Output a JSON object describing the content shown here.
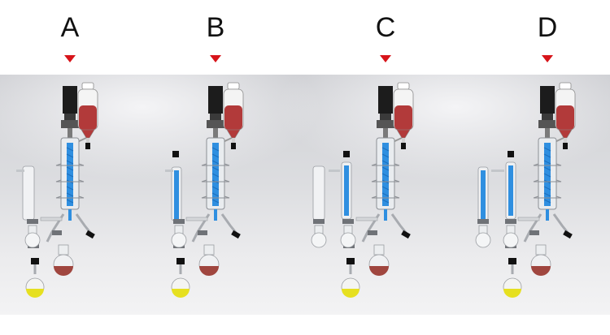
{
  "options": [
    {
      "id": "a",
      "label": "A"
    },
    {
      "id": "b",
      "label": "B"
    },
    {
      "id": "c",
      "label": "C"
    },
    {
      "id": "d",
      "label": "D"
    }
  ],
  "colors": {
    "marker": "#d7141a",
    "coolant": "#2f8fe0",
    "feed_liquid": "#b23a3a",
    "residue_flask": "#a0463f",
    "distillate_flask": "#e6e020",
    "background": "#dcdde0"
  },
  "icons": [
    "down-triangle-marker",
    "distillation-apparatus"
  ]
}
